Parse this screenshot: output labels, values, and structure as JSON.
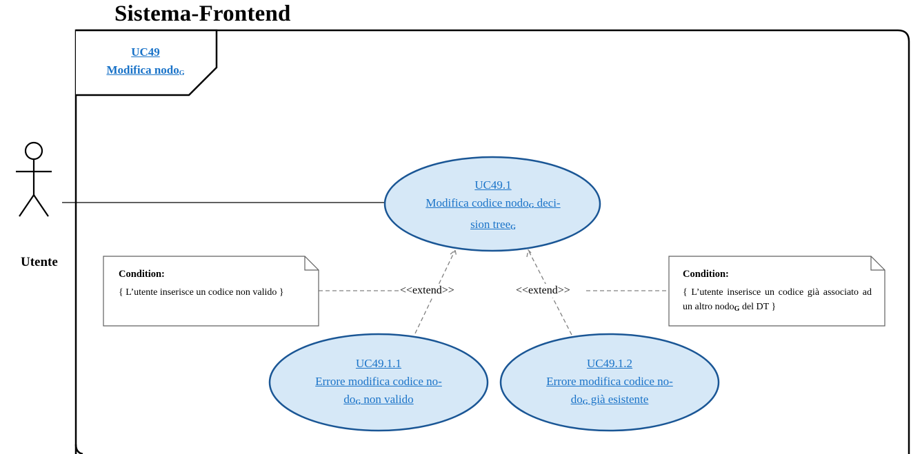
{
  "system": {
    "title": "Sistema-Frontend"
  },
  "frame": {
    "id": "UC49",
    "name": "Modifica nodo",
    "glossary_mark": "G"
  },
  "actor": {
    "name": "Utente"
  },
  "use_cases": {
    "main": {
      "id": "UC49.1",
      "line1": "Modifica codice nodo",
      "line1_after": " deci-",
      "line2": "sion tree",
      "glossary_mark": "G"
    },
    "ext1": {
      "id": "UC49.1.1",
      "line1": "Errore modifica codice no-",
      "line2a": "do",
      "line2b": " non valido",
      "glossary_mark": "G"
    },
    "ext2": {
      "id": "UC49.1.2",
      "line1": "Errore modifica codice no-",
      "line2a": "do",
      "line2b": " già esistente",
      "glossary_mark": "G"
    }
  },
  "relations": {
    "extend_label": "<<extend>>"
  },
  "notes": {
    "left": {
      "title": "Condition:",
      "text": "{ L’utente inserisce un codice non valido }"
    },
    "right": {
      "title": "Condition:",
      "text_a": "{ L’utente inserisce un codice già associato ad un altro nodo",
      "text_b": " del DT }",
      "glossary_mark": "G"
    }
  },
  "colors": {
    "ellipse_fill": "#d6e8f7",
    "ellipse_stroke": "#1a5695",
    "link": "#1a73c8",
    "dashed": "#808080"
  }
}
